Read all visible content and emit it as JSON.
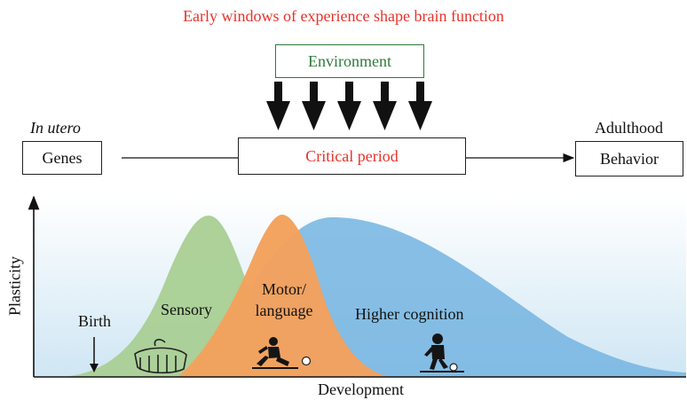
{
  "title": "Early windows of experience shape brain function",
  "flow": {
    "environment": "Environment",
    "genes_caption": "In utero",
    "genes": "Genes",
    "critical_period": "Critical period",
    "behavior_caption": "Adulthood",
    "behavior": "Behavior"
  },
  "chart": {
    "y_label": "Plasticity",
    "x_label": "Development",
    "birth": "Birth",
    "curves": {
      "sensory": "Sensory",
      "motor_line1": "Motor/",
      "motor_line2": "language",
      "higher": "Higher cognition"
    }
  },
  "colors": {
    "title": "#e8322b",
    "environment": "#2f7a3a",
    "sensory": "#a9cf93",
    "motor": "#f3a15c",
    "higher": "#74b4e0"
  }
}
